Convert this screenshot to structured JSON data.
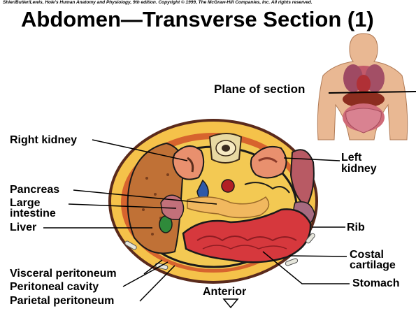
{
  "header": {
    "copyright": "Shier/Butler/Lewis, Hole's Human Anatomy and Physiology, 9th edition. Copyright © 1999, The McGraw-Hill Companies, Inc. All rights reserved.",
    "title": "Abdomen—Transverse Section (1)"
  },
  "labels": {
    "plane_of_section": "Plane of section",
    "right_kidney": "Right kidney",
    "left_kidney_line1": "Left",
    "left_kidney_line2": "kidney",
    "pancreas": "Pancreas",
    "large_intestine_line1": "Large",
    "large_intestine_line2": "intestine",
    "liver": "Liver",
    "rib": "Rib",
    "costal_cartilage_line1": "Costal",
    "costal_cartilage_line2": "cartilage",
    "visceral_peritoneum": "Visceral peritoneum",
    "peritoneal_cavity": "Peritoneal cavity",
    "parietal_peritoneum": "Parietal peritoneum",
    "stomach": "Stomach",
    "anterior": "Anterior"
  },
  "colors": {
    "skin": "#f4b94a",
    "fat": "#f6cf4c",
    "muscle": "#c0402a",
    "liver": "#b86a3a",
    "kidney": "#e08a72",
    "stomach": "#d2383a",
    "intestine": "#c65a6a",
    "pancreas": "#f0b45c"
  }
}
